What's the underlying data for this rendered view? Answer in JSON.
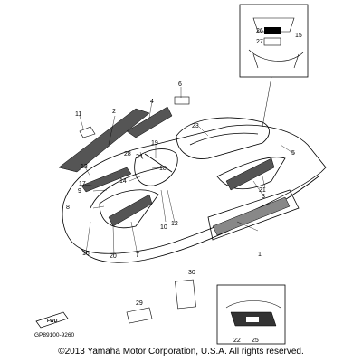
{
  "diagram": {
    "callouts": [
      "1",
      "2",
      "3",
      "4",
      "5",
      "6",
      "7",
      "8",
      "9",
      "10",
      "11",
      "12",
      "13",
      "14",
      "15",
      "16",
      "17",
      "18",
      "19",
      "20",
      "21",
      "22",
      "23",
      "24",
      "25",
      "26",
      "27",
      "28",
      "29",
      "30"
    ],
    "fwd_label": "FWD",
    "part_code": "GP89100-9260",
    "copyright": "©2013 Yamaha Motor Corporation, U.S.A. All rights reserved."
  }
}
